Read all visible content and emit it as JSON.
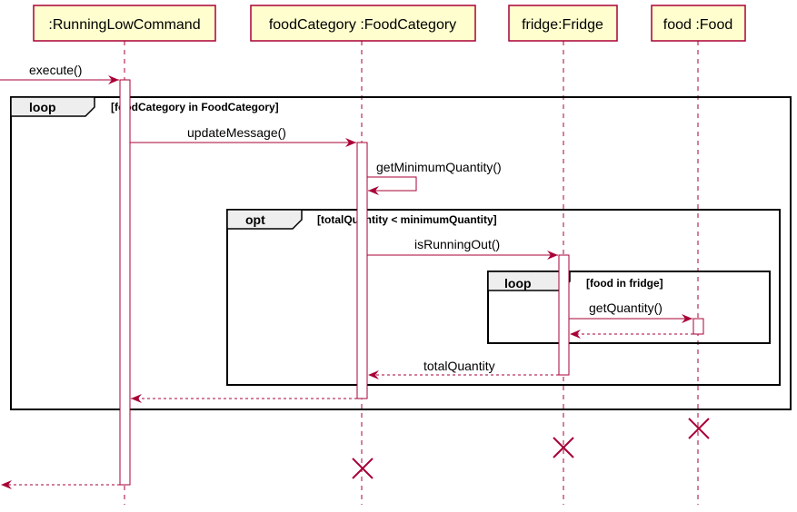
{
  "colors": {
    "accent": "#A80036",
    "participant_fill": "#FEFECE",
    "fragment_tab_fill": "#EEEEEE",
    "frame": "#000000"
  },
  "participants": [
    ":RunningLowCommand",
    "foodCategory :FoodCategory",
    "fridge:Fridge",
    "food :Food"
  ],
  "messages": {
    "execute": "execute()",
    "update_message": "updateMessage()",
    "get_minimum_quantity": "getMinimumQuantity()",
    "is_running_out": "isRunningOut()",
    "get_quantity": "getQuantity()",
    "total_quantity": "totalQuantity"
  },
  "fragments": {
    "outer_loop": {
      "keyword": "loop",
      "guard": "[foodCategory in FoodCategory]"
    },
    "opt": {
      "keyword": "opt",
      "guard": "[totalQuantity < minimumQuantity]"
    },
    "inner_loop": {
      "keyword": "loop",
      "guard": "[food in fridge]"
    }
  }
}
